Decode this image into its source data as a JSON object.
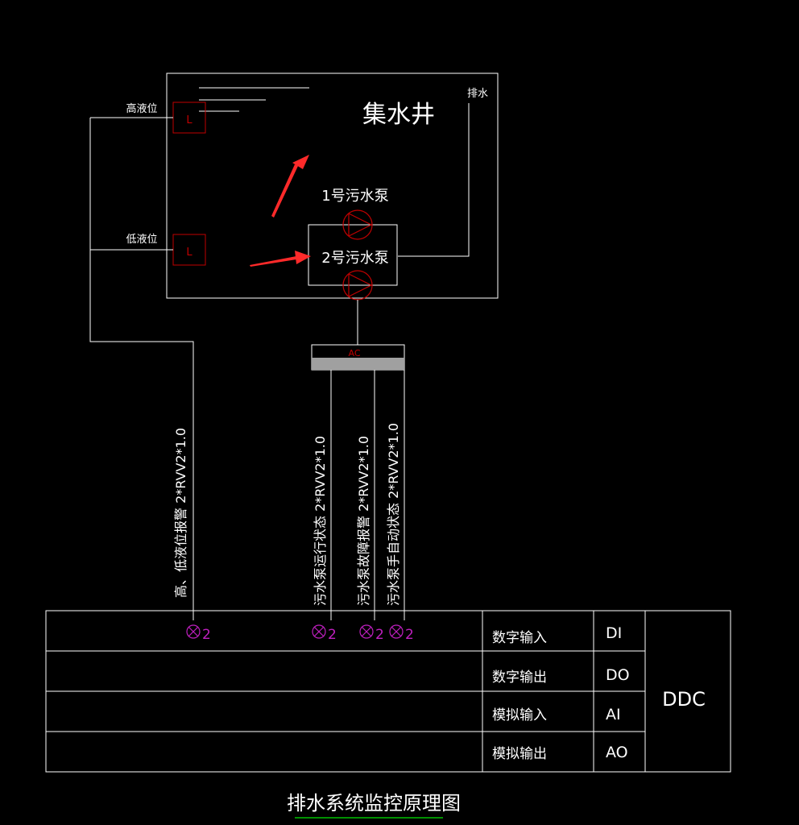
{
  "well": {
    "title": "集水井",
    "drain_label": "排水",
    "high_level_label": "高液位",
    "low_level_label": "低液位",
    "level_sensor_letter": "L"
  },
  "pumps": {
    "pump1_label": "1号污水泵",
    "pump2_label": "2号污水泵"
  },
  "controller": {
    "box_label": "AC"
  },
  "cables": [
    {
      "label": "高、低液位报警  2*RVV2*1.0",
      "count": "2"
    },
    {
      "label": "污水泵运行状态  2*RVV2*1.0",
      "count": "2"
    },
    {
      "label": "污水泵故障报警  2*RVV2*1.0",
      "count": "2"
    },
    {
      "label": "污水泵手自动状态  2*RVV2*1.0",
      "count": "2"
    }
  ],
  "io_table": {
    "rows": [
      {
        "label": "数字输入",
        "code": "DI"
      },
      {
        "label": "数字输出",
        "code": "DO"
      },
      {
        "label": "模拟输入",
        "code": "AI"
      },
      {
        "label": "模拟输出",
        "code": "AO"
      }
    ],
    "ddc_label": "DDC"
  },
  "diagram_title": "排水系统监控原理图",
  "colors": {
    "line": "#ffffff",
    "sensor": "#c00000",
    "terminal": "#c020c0",
    "arrow": "#ff2a2a",
    "title_underline": "#00c000"
  }
}
